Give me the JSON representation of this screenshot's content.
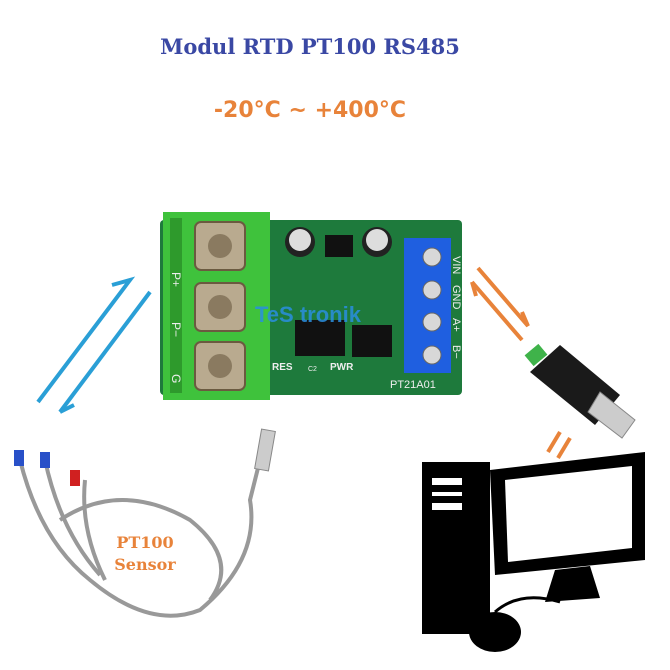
{
  "title": "Modul RTD PT100 RS485",
  "range": "-20°C  ~ +400°C",
  "board": {
    "terminal_left_labels": [
      "P+",
      "P−",
      "G"
    ],
    "terminal_right_labels": [
      "VIN",
      "GND",
      "A+",
      "B−"
    ],
    "silkscreen": [
      "RES",
      "PWR",
      "C2"
    ],
    "model": "PT21A01",
    "watermark": "TeS tronik"
  },
  "sensor": {
    "label_line1": "PT100",
    "label_line2": "Sensor"
  },
  "colors": {
    "title": "#3a48a4",
    "range": "#e8833a",
    "arrows_left": "#2a9fd6",
    "arrows_right": "#e8833a",
    "pcb": "#1e7a3c",
    "terminal_green": "#3fc23c",
    "terminal_blue": "#1f5fe0"
  },
  "icons": [
    "usb-rs485-adapter-icon",
    "computer-icon",
    "bidirectional-arrow-icon"
  ]
}
